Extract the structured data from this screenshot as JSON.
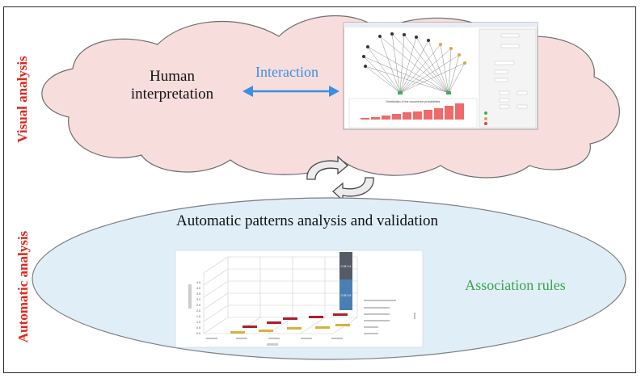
{
  "side_labels": {
    "visual": "Visual analysis",
    "automatic": "Automatic analysis"
  },
  "visual_panel": {
    "human_text": "Human interpretation",
    "interaction_text": "Interaction",
    "screenshot_caption": "Distribution of the occurrence probabilities"
  },
  "automatic_panel": {
    "title": "Automatic patterns analysis and validation",
    "association_text": "Association rules",
    "chart_bar_labels": [
      "0.05  0.4",
      "0.05  0.5"
    ]
  },
  "colors": {
    "cloud_fill": "#f7dedd",
    "ellipse_fill": "#e0eef8",
    "label_red": "#e1251b",
    "interaction_blue": "#3a8fe0",
    "rules_green": "#36a546"
  }
}
